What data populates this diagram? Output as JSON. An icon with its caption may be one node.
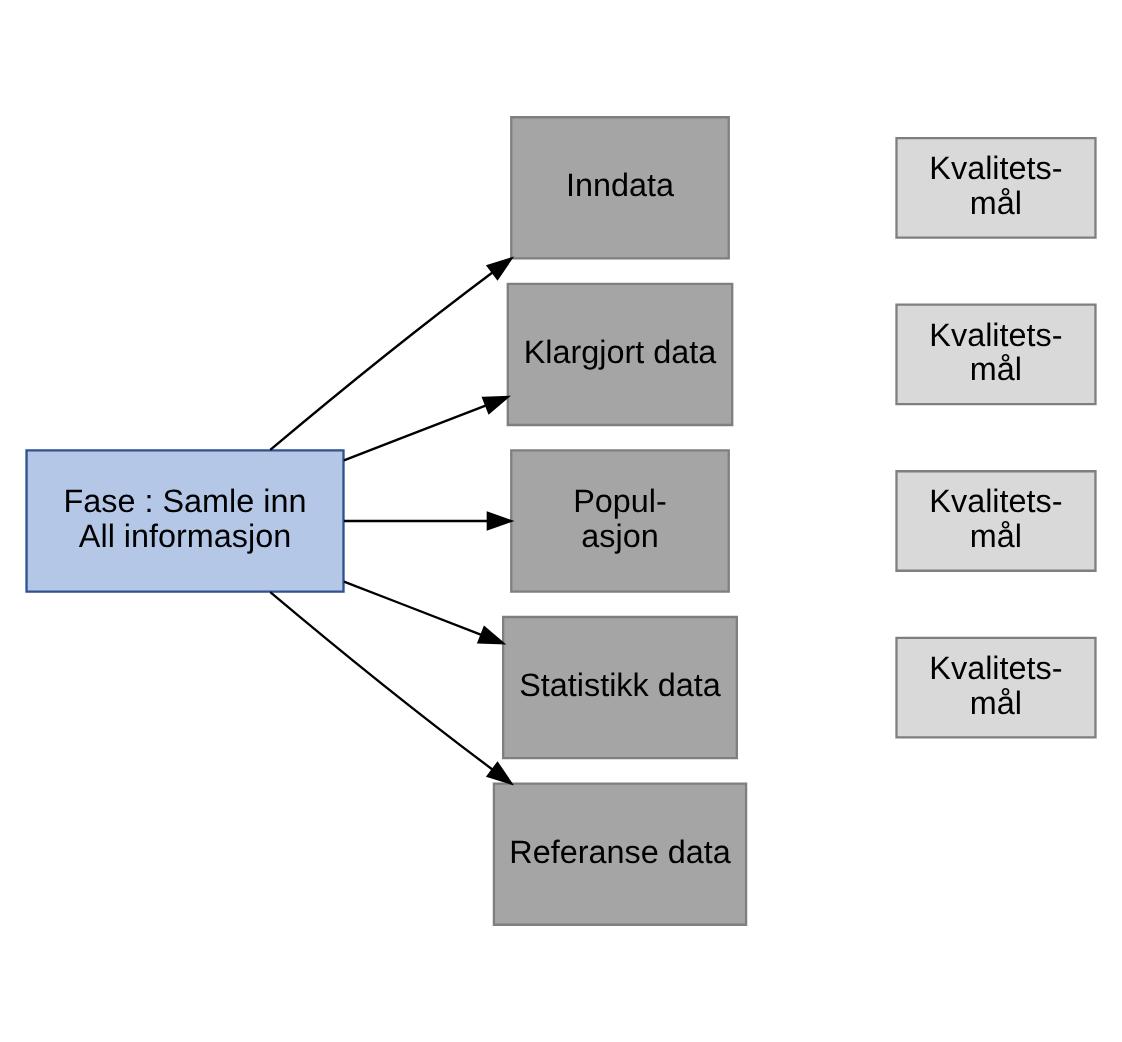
{
  "diagram": {
    "nodes": [
      {
        "text": [
          "Fase : Samle inn All informasjon"
        ]
      },
      {
        "text": [
          "Inndata"
        ]
      },
      {
        "text": [
          "Klargjort data"
        ]
      },
      {
        "text": [
          "Popul- asjon"
        ]
      },
      {
        "text": [
          "Statistikk data"
        ]
      },
      {
        "text": [
          "Referanse data"
        ]
      },
      {
        "text": [
          "Kvalitets- mål"
        ]
      },
      {
        "text": [
          "Kvalitets- mål"
        ]
      },
      {
        "text": [
          "Kvalitets- mål"
        ]
      },
      {
        "text": [
          "Kvalitets- mål"
        ]
      }
    ],
    "edges": [
      {
        "from": 0,
        "to": 1,
        "arrow": "to"
      },
      {
        "from": 0,
        "to": 2,
        "arrow": "to"
      },
      {
        "from": 0,
        "to": 3,
        "arrow": "to"
      },
      {
        "from": 0,
        "to": 4,
        "arrow": "to"
      },
      {
        "from": 0,
        "to": 5,
        "arrow": "to"
      }
    ]
  }
}
